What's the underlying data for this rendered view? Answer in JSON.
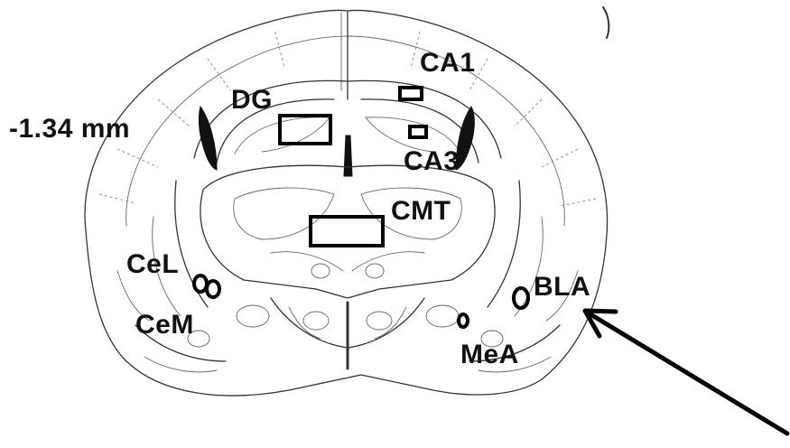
{
  "coordinate_label": "-1.34 mm",
  "regions": {
    "dg": "DG",
    "ca1": "CA1",
    "ca3": "CA3",
    "cmt": "CMT",
    "cel": "CeL",
    "cem": "CeM",
    "bla": "BLA",
    "mea": "MeA"
  },
  "colors": {
    "ink": "#111111",
    "outline": "#333333",
    "background": "#ffffff"
  }
}
